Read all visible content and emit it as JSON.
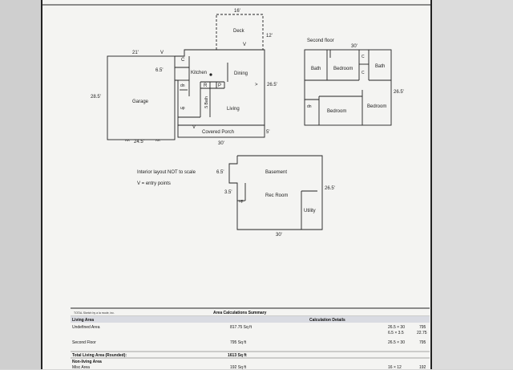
{
  "floorplan": {
    "main_floor": {
      "deck": {
        "label": "Deck",
        "width": "16'",
        "depth": "12'"
      },
      "garage": {
        "label": "Garage",
        "width": "21'",
        "depth": "28.5'",
        "front": "24.5'"
      },
      "kitchen": "Kitchen",
      "dining": "Dining",
      "living": "Living",
      "bath": ".5 Bath",
      "r": "R",
      "p": "P",
      "c": "C",
      "dn": "dn",
      "up": "up",
      "covered_porch": "Covered Porch",
      "dims": {
        "house_width": "30'",
        "house_depth": "26.5'",
        "porch_depth": "5'",
        "side": "6.5'"
      }
    },
    "second_floor": {
      "title": "Second floor",
      "width": "30'",
      "depth": "26.5'",
      "rooms": {
        "bath_left": "Bath",
        "bedroom_top": "Bedroom",
        "bath_right": "Bath",
        "bedroom_bottom_left": "Bedroom",
        "bedroom_right": "Bedroom",
        "c1": "C",
        "c2": "C",
        "dn": "dn"
      }
    },
    "basement": {
      "basement": "Basement",
      "rec_room": "Rec Room",
      "utility": "Utility",
      "up": "up",
      "width": "30'",
      "depth": "26.5'",
      "notch_w": "6.5'",
      "notch_d": "3.5'"
    },
    "notes": [
      "Interior layout NOT to scale",
      "V = entry points"
    ],
    "entry_marks": [
      "V",
      "^^",
      "^^",
      ">",
      "A"
    ]
  },
  "summary": {
    "credit": "TOTAL Sketch by a la mode, inc.",
    "title": "Area Calculations Summary",
    "header_left": "Living Area",
    "header_right": "Calculation Details",
    "rows": [
      {
        "label": "Undefined Area",
        "area": "817.75 Sq ft",
        "calc1": "26.5 × 30",
        "result1": "795",
        "calc2": "6.5 × 3.5",
        "result2": "22.75"
      },
      {
        "label": "Second Floor",
        "area": "795 Sq ft",
        "calc1": "26.5 × 30",
        "result1": "795"
      }
    ],
    "total_label": "Total Living Area (Rounded):",
    "total_value": "1613 Sq ft",
    "non_living": "Non-living Area",
    "partial_label": "Misc Area",
    "partial_area": "192 Sq ft",
    "partial_calc": "16 × 12",
    "partial_result": "192"
  }
}
